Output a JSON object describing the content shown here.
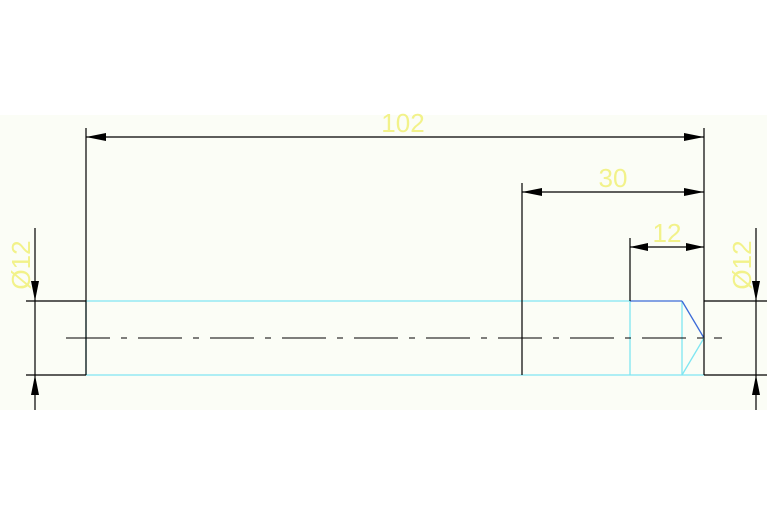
{
  "colors": {
    "background": "#ffffff",
    "drawing_area": "#fbfdf6",
    "dimension_line": "#000000",
    "dimension_text": "#f2f28a",
    "part_outline": "#7fe6f2",
    "chamfer_edge": "#3c6bd8",
    "center_line": "#000000"
  },
  "dimensions": {
    "overall_length": "102",
    "segment_length": "30",
    "chamfer_length": "12",
    "left_diameter": "Ø12",
    "right_diameter": "Ø12"
  }
}
